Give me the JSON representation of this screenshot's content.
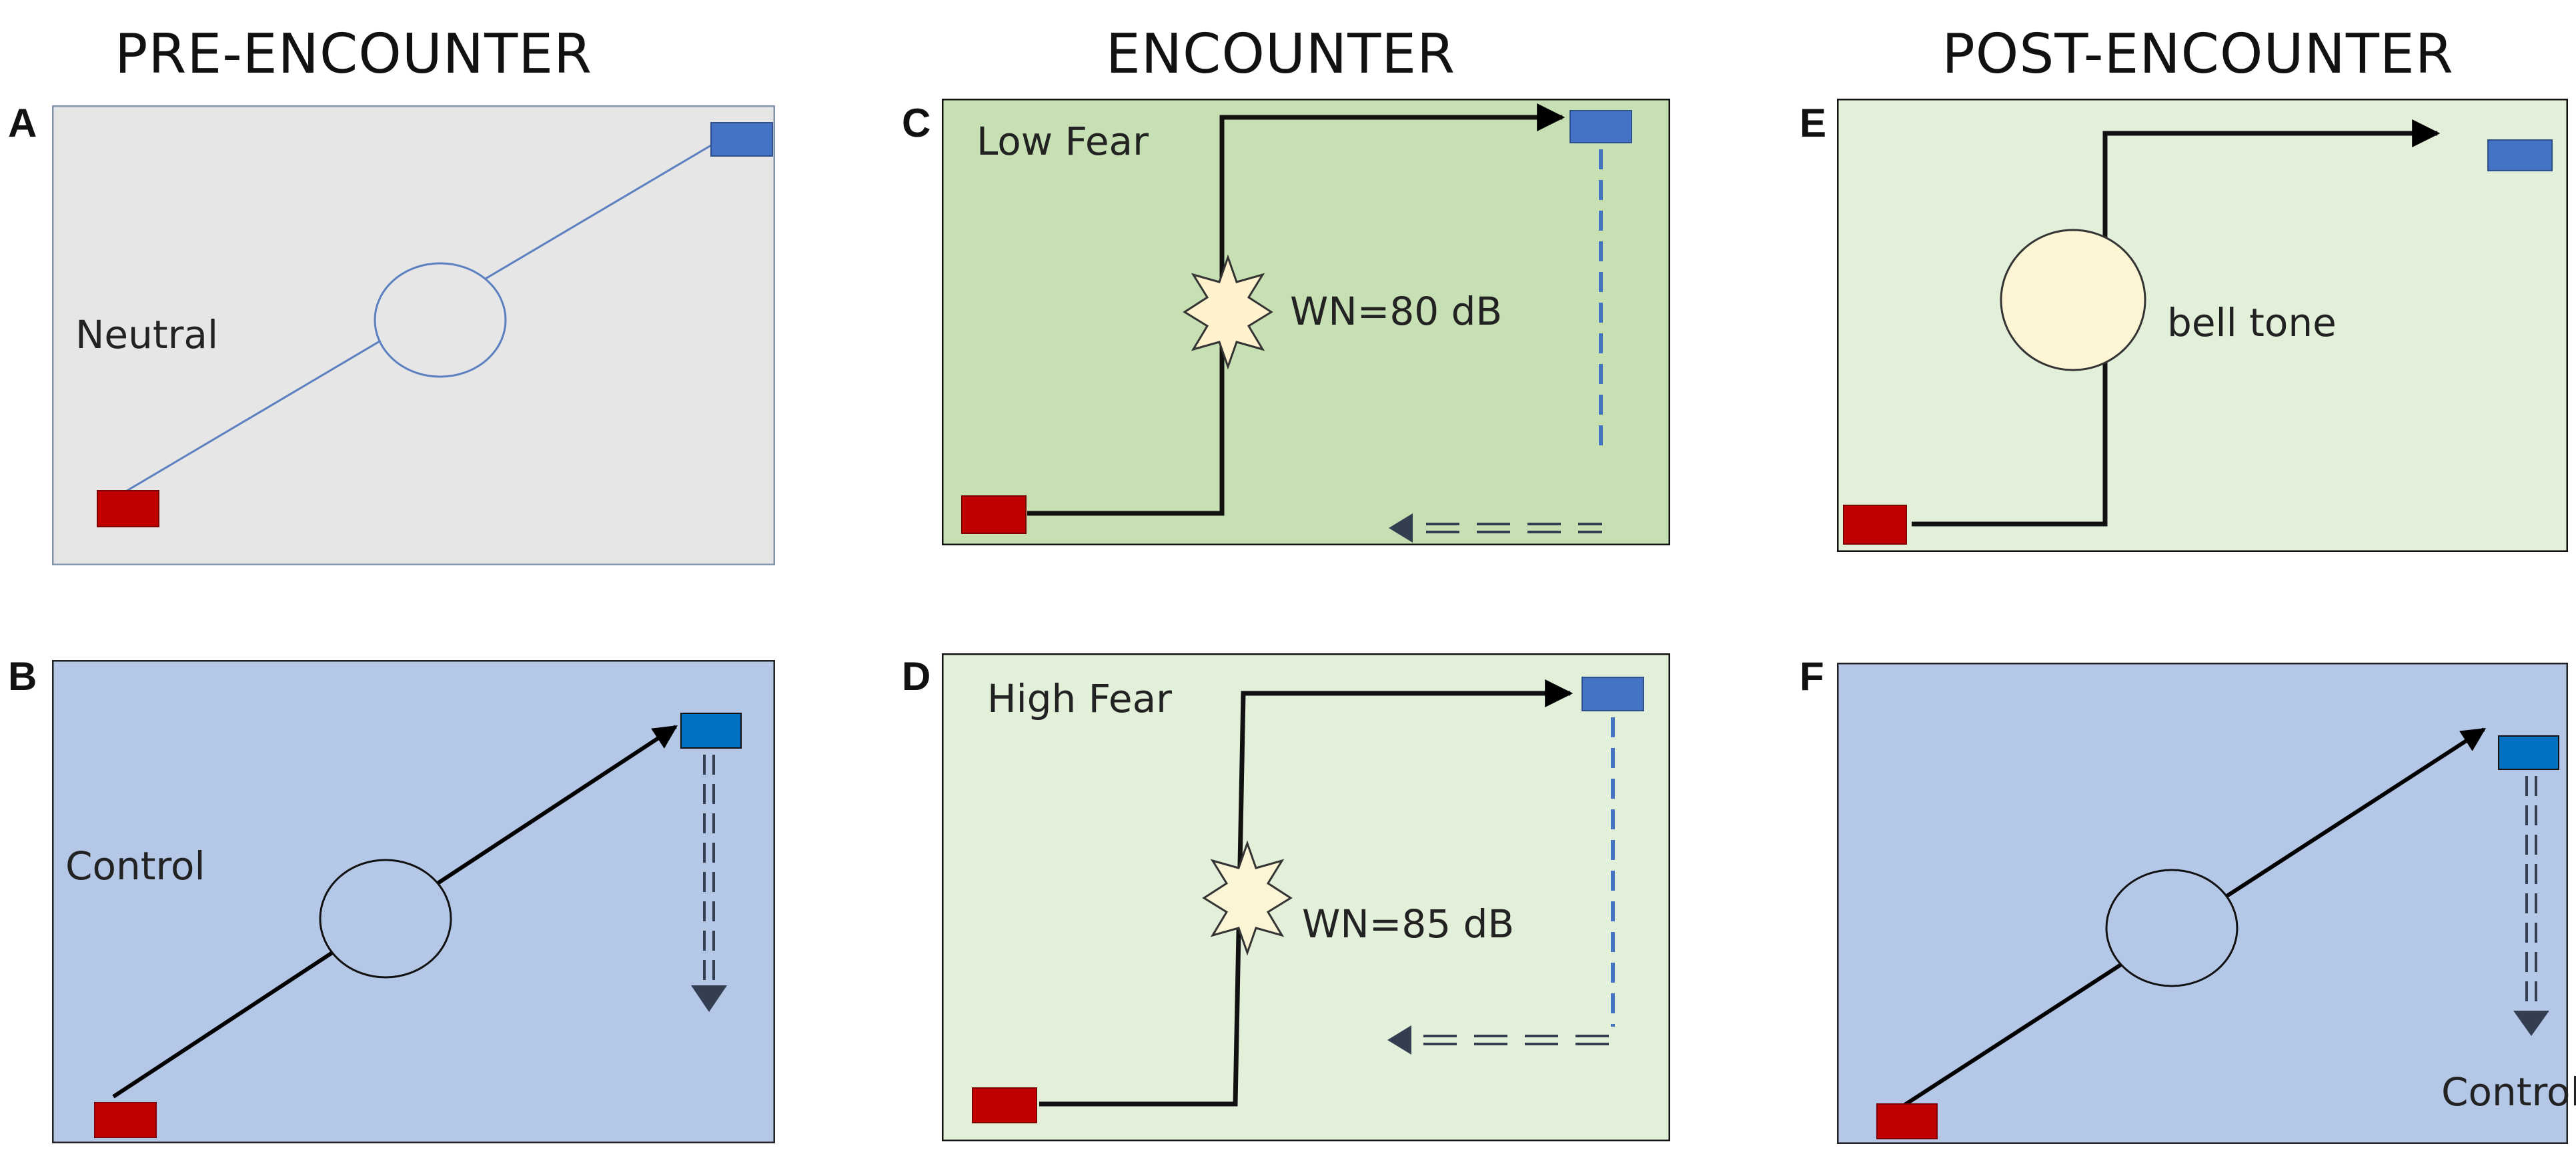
{
  "columns": {
    "pre": "PRE-ENCOUNTER",
    "enc": "ENCOUNTER",
    "post": "POST-ENCOUNTER"
  },
  "panels": {
    "A": {
      "letter": "A",
      "label": "Neutral",
      "bg": "#e6e6e6"
    },
    "B": {
      "letter": "B",
      "label": "Control",
      "bg": "#b4c7e7"
    },
    "C": {
      "letter": "C",
      "label": "Low Fear",
      "stimulus": "WN=80 dB",
      "bg": "#c6e0b4"
    },
    "D": {
      "letter": "D",
      "label": "High Fear",
      "stimulus": "WN=85 dB",
      "bg": "#e2efd9"
    },
    "E": {
      "letter": "E",
      "stimulus": "bell tone",
      "bg": "#e2efd9"
    },
    "F": {
      "letter": "F",
      "label": "Control",
      "bg": "#b4c7e7"
    }
  },
  "colors": {
    "start_box": "#c00000",
    "goal_box": "#4472c4",
    "goal_box_alt": "#0070c0",
    "return_path": "#4472c4",
    "arrow_dark": "#333f50"
  }
}
